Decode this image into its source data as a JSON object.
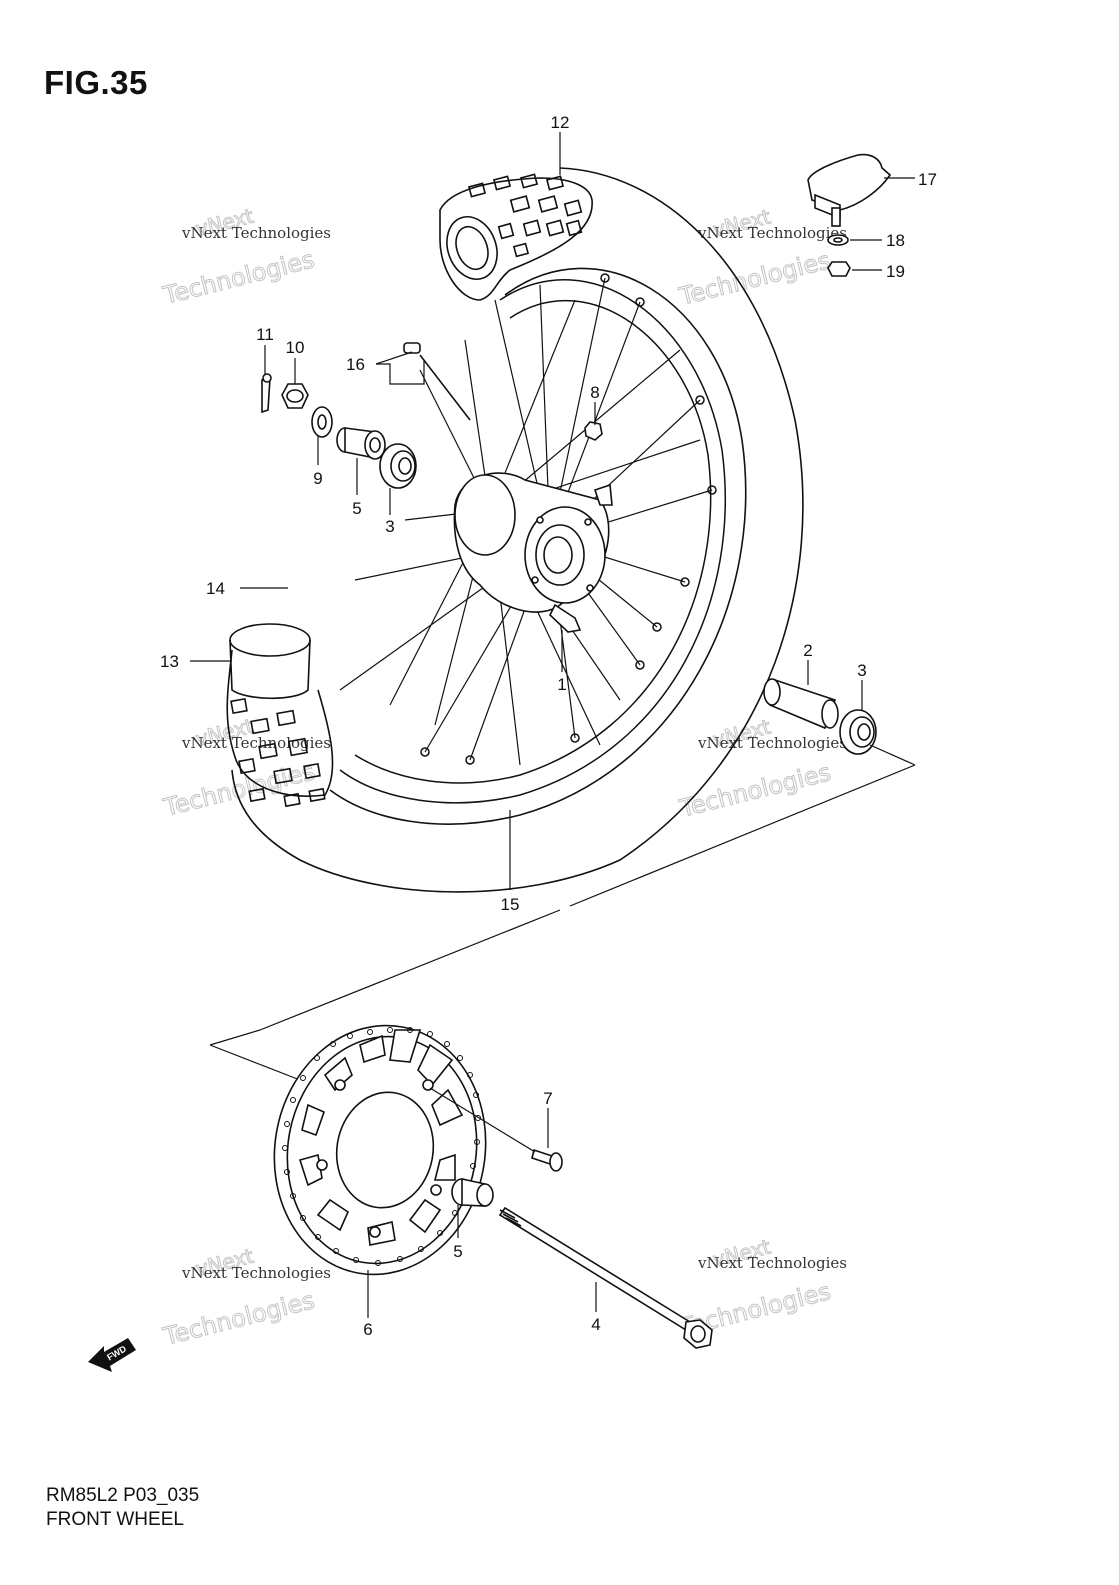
{
  "figure": {
    "title": "FIG.35",
    "code": "RM85L2 P03_035",
    "name": "FRONT WHEEL"
  },
  "watermark": {
    "small": "vNext Technologies",
    "big": "Technologies",
    "top": "vNext"
  },
  "fwd_label": "FWD",
  "callouts": [
    "12",
    "17",
    "18",
    "19",
    "11",
    "10",
    "16",
    "8",
    "9",
    "5",
    "3",
    "14",
    "13",
    "1",
    "2",
    "3",
    "15",
    "7",
    "5",
    "6",
    "4"
  ]
}
